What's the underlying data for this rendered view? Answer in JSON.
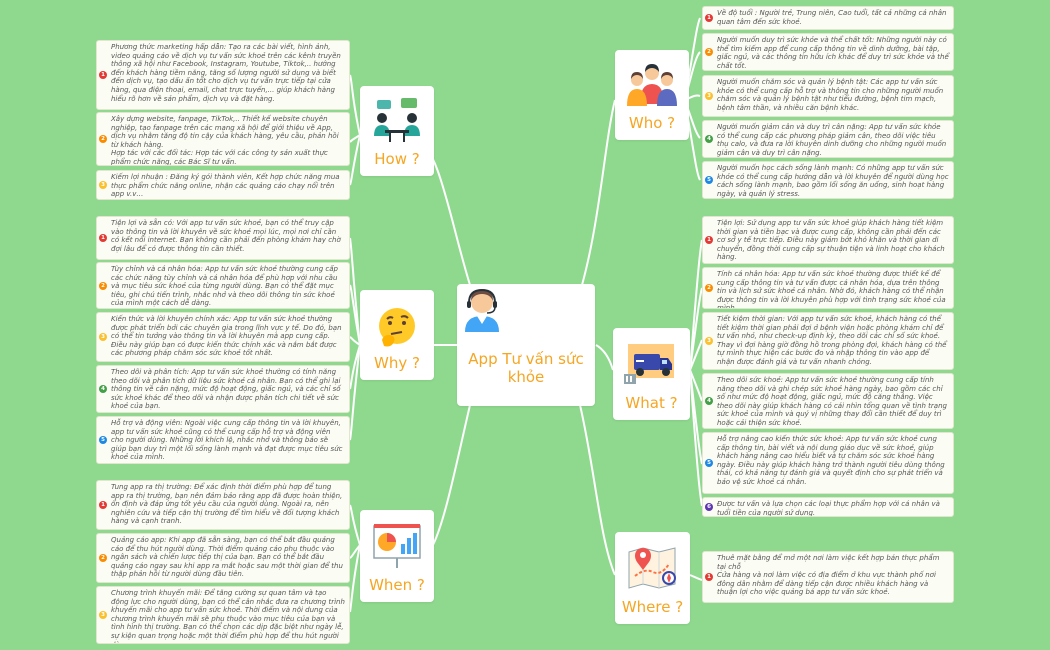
{
  "center": {
    "title": "App Tư vấn sức khỏe",
    "icon": "consultant-headset-icon"
  },
  "colors": {
    "background": "#8fd98f",
    "label": "#f5a623",
    "line": "#ffffff"
  },
  "who": {
    "label": "Who ?",
    "icon": "people-group-icon",
    "items": [
      {
        "num": "1",
        "color": "#e53935",
        "text": "Về độ tuổi : Người trẻ, Trung niên, Cao tuổi, tất cả những cá nhân quan tâm đến sức khoẻ."
      },
      {
        "num": "2",
        "color": "#fb8c00",
        "text": "Người muốn duy trì sức khỏe và thể chất tốt: Những người này có thể tìm kiếm app để cung cấp thông tin về dinh dưỡng, bài tập, giấc ngủ, và các thông tin hữu ích khác để duy trì sức khỏe và thể chất tốt."
      },
      {
        "num": "3",
        "color": "#fbc02d",
        "text": "Người muốn chăm sóc và quản lý bệnh tật: Các app tư vấn sức khỏe có thể cung cấp hỗ trợ và thông tin cho những người muốn chăm sóc và quản lý bệnh tật như tiểu đường, bệnh tim mạch, bệnh tâm thần, và nhiều căn bệnh khác."
      },
      {
        "num": "4",
        "color": "#43a047",
        "text": "Người muốn giảm cân và duy trì cân nặng: App tư vấn sức khỏe có thể cung cấp các phương pháp giảm cân, theo dõi việc tiêu thụ calo, và đưa ra lời khuyên dinh dưỡng cho những người muốn giảm cân và duy trì cân nặng."
      },
      {
        "num": "5",
        "color": "#1e88e5",
        "text": "Người muốn học cách sống lành mạnh: Có những app tư vấn sức khỏe có thể cung cấp hướng dẫn và lời khuyên để người dùng học cách sống lành mạnh, bao gồm lối sống ăn uống, sinh hoạt hàng ngày, và quản lý stress."
      }
    ]
  },
  "what": {
    "label": "What ?",
    "icon": "truck-shipping-icon",
    "items": [
      {
        "num": "1",
        "color": "#e53935",
        "text": "Tiện lợi: Sử dụng app tư vấn sức khoẻ giúp khách hàng tiết kiệm thời gian và tiền bạc và được cung cấp, không cần phải đến các cơ sở y tế trực tiếp. Điều này giảm bớt khó khăn và thời gian di chuyển, đồng thời cung cấp sự thuận tiện và linh hoạt cho khách hàng."
      },
      {
        "num": "2",
        "color": "#fb8c00",
        "text": "Tính cá nhân hóa: App tư vấn sức khoẻ thường được thiết kế để cung cấp thông tin và tư vấn được cá nhân hóa, dựa trên thông tin và lịch sử sức khoẻ cá nhân. Nhờ đó, khách hàng có thể nhận được thông tin và lời khuyên phù hợp với tình trạng sức khoẻ của mình."
      },
      {
        "num": "3",
        "color": "#fbc02d",
        "text": "Tiết kiệm thời gian: Với app tư vấn sức khoẻ, khách hàng có thể tiết kiệm thời gian phải đợi ở bệnh viện hoặc phòng khám chỉ để tư vấn nhỏ, như check-up định kỳ, theo dõi các chỉ số sức khoẻ. Thay vì đợi hàng giờ đồng hồ trong phòng đợi, khách hàng có thể tự mình thực hiện các bước đo và nhập thông tin vào app để nhận được đánh giá và tư vấn nhanh chóng."
      },
      {
        "num": "4",
        "color": "#43a047",
        "text": "Theo dõi sức khoẻ: App tư vấn sức khoẻ thường cung cấp tính năng theo dõi và ghi chép sức khoẻ hàng ngày, bao gồm các chỉ số như mức độ hoạt động, giấc ngủ, mức độ căng thẳng. Việc theo dõi này giúp khách hàng có cái nhìn tổng quan về tình trạng sức khoẻ của mình và quý vị những thay đổi cần thiết để duy trì hoặc cải thiện sức khoẻ."
      },
      {
        "num": "5",
        "color": "#1e88e5",
        "text": "Hỗ trợ nâng cao kiến thức sức khoẻ: App tư vấn sức khoẻ cung cấp thông tin, bài viết và nội dung giáo dục về sức khoẻ, giúp khách hàng nâng cao hiểu biết và tự chăm sóc sức khoẻ hàng ngày. Điều này giúp khách hàng trở thành người tiêu dùng thông thái, có khả năng tự đánh giá và quyết định cho sự phát triển và bảo vệ sức khoẻ cá nhân."
      },
      {
        "num": "6",
        "color": "#5e35b1",
        "text": "Được tư vấn và lựa chọn các loại thực phẩm hợp với cá nhân và tuổi tiền của người sử dụng."
      }
    ]
  },
  "where": {
    "label": "Where ?",
    "icon": "map-location-icon",
    "items": [
      {
        "num": "1",
        "color": "#e53935",
        "text": "Thuê mặt bằng để mở một nơi làm việc kết hợp bán thực phẩm tại chỗ\nCửa hàng và nơi làm việc có địa điểm ở khu vực thành phố nơi đông dân nhằm để dàng tiếp cận được nhiều khách hàng và thuận lợi cho việc quảng bá app tư vấn sức khoẻ."
      }
    ]
  },
  "how": {
    "label": "How ?",
    "icon": "meeting-discussion-icon",
    "items": [
      {
        "num": "1",
        "color": "#e53935",
        "text": "Phương thức marketing hấp dẫn: Tạo ra các bài viết, hình ảnh, video quảng cáo về dịch vụ tư vấn sức khoẻ trên các kênh truyền thông xã hội như Facebook, Instagram, Youtube, Tiktok,.. hướng đến khách hàng tiềm năng, tăng số lượng người sử dụng và biết đến dịch vụ, tạo dấu ấn tốt cho dịch vụ tư vấn trực tiếp tại cửa hàng, qua điện thoại, email, chat trực tuyến,... giúp khách hàng hiểu rõ hơn về sản phẩm, dịch vụ và đặt hàng."
      },
      {
        "num": "2",
        "color": "#fb8c00",
        "text": "Xây dựng website, fanpage, TikTok,.. Thiết kế website chuyên nghiệp, tạo fanpage trên các mạng xã hội để giới thiệu về App, dịch vụ nhằm tăng độ tin cậy của khách hàng, yêu cầu, phản hồi từ khách hàng.\nHợp tác với các đối tác: Hợp tác với các công ty sản xuất thực phẩm chức năng, các Bác Sĩ tư vấn."
      },
      {
        "num": "3",
        "color": "#fbc02d",
        "text": "Kiếm lợi nhuận : Đăng ký gói thành viên, Kết hợp chức năng mua thực phẩm chức năng online, nhận các quảng cáo chạy nổi trên app v.v…"
      }
    ]
  },
  "why": {
    "label": "Why ?",
    "icon": "thinking-face-icon",
    "items": [
      {
        "num": "1",
        "color": "#e53935",
        "text": "Tiện lợi và sẵn có: Với app tư vấn sức khoẻ, bạn có thể truy cập vào thông tin và lời khuyên về sức khoẻ mọi lúc, mọi nơi chỉ cần có kết nối internet. Bạn không cần phải đến phòng khám hay chờ đợi lâu để có được thông tin cần thiết."
      },
      {
        "num": "2",
        "color": "#fb8c00",
        "text": "Tùy chỉnh và cá nhân hóa: App tư vấn sức khoẻ thường cung cấp các chức năng tùy chỉnh và cá nhân hóa để phù hợp với nhu cầu và mục tiêu sức khoẻ của từng người dùng. Bạn có thể đặt mục tiêu, ghi chú tiến trình, nhắc nhở và theo dõi thông tin sức khoẻ của mình một cách dễ dàng."
      },
      {
        "num": "3",
        "color": "#fbc02d",
        "text": "Kiến thức và lời khuyên chính xác: App tư vấn sức khoẻ thường được phát triển bởi các chuyên gia trong lĩnh vực y tế. Do đó, bạn có thể tin tưởng vào thông tin và lời khuyên mà app cung cấp. Điều này giúp bạn có được kiến thức chính xác và nắm bắt được các phương pháp chăm sóc sức khoẻ tốt nhất."
      },
      {
        "num": "4",
        "color": "#43a047",
        "text": "Theo dõi và phân tích: App tư vấn sức khoẻ thường có tính năng theo dõi và phân tích dữ liệu sức khoẻ cá nhân. Bạn có thể ghi lại thông tin về cân nặng, mức độ hoạt động, giấc ngủ, và các chỉ số sức khoẻ khác để theo dõi và nhận được phân tích chi tiết về sức khoẻ của bạn."
      },
      {
        "num": "5",
        "color": "#1e88e5",
        "text": "Hỗ trợ và động viên: Ngoài việc cung cấp thông tin và lời khuyên, app tư vấn sức khoẻ cũng có thể cung cấp hỗ trợ và động viên cho người dùng. Những lời khích lệ, nhắc nhở và thông báo sẽ giúp bạn duy trì một lối sống lành mạnh và đạt được mục tiêu sức khoẻ của mình."
      }
    ]
  },
  "when": {
    "label": "When ?",
    "icon": "presentation-chart-icon",
    "items": [
      {
        "num": "1",
        "color": "#e53935",
        "text": "Tung app ra thị trường: Để xác định thời điểm phù hợp để tung app ra thị trường, bạn nên đảm bảo rằng app đã được hoàn thiện, ổn định và đáp ứng tốt yêu cầu của người dùng. Ngoài ra, nên nghiên cứu và tiếp cận thị trường để tìm hiểu về đối tượng khách hàng và cạnh tranh."
      },
      {
        "num": "2",
        "color": "#fb8c00",
        "text": "Quảng cáo app: Khi app đã sẵn sàng, bạn có thể bắt đầu quảng cáo để thu hút người dùng. Thời điểm quảng cáo phụ thuộc vào ngân sách và chiến lược tiếp thị của bạn. Bạn có thể bắt đầu quảng cáo ngay sau khi app ra mắt hoặc sau một thời gian để thu thập phản hồi từ người dùng đầu tiên."
      },
      {
        "num": "3",
        "color": "#fbc02d",
        "text": "Chương trình khuyến mãi: Để tăng cường sự quan tâm và tạo động lực cho người dùng, bạn có thể cân nhắc đưa ra chương trình khuyến mãi cho app tư vấn sức khoẻ. Thời điểm và nội dung của chương trình khuyến mãi sẽ phụ thuộc vào mục tiêu của bạn và tình hình thị trường. Bạn có thể chọn các dịp đặc biệt như ngày lễ, sự kiện quan trọng hoặc một thời điểm phù hợp để thu hút người dùng."
      }
    ]
  }
}
